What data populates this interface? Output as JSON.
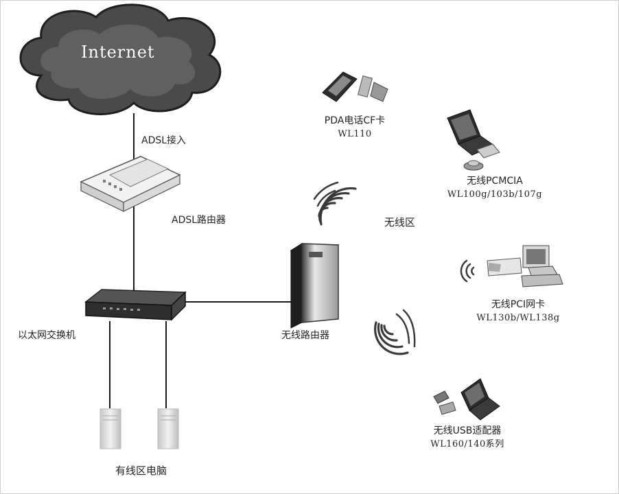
{
  "internet": {
    "label": "Internet"
  },
  "links": {
    "adsl_access": "ADSL接入"
  },
  "devices": {
    "adsl_router": "ADSL路由器",
    "ethernet_switch": "以太网交换机",
    "wireless_router": "无线路由器",
    "wired_pcs": "有线区电脑"
  },
  "wireless_zone": "无线区",
  "clients": {
    "pda": {
      "name": "PDA电话CF卡",
      "model": "WL110"
    },
    "pcmcia": {
      "name": "无线PCMCIA",
      "model": "WL100g/103b/107g"
    },
    "pci": {
      "name": "无线PCI网卡",
      "model": "WL130b/WL138g"
    },
    "usb": {
      "name": "无线USB适配器",
      "model": "WL160/140系列"
    }
  }
}
